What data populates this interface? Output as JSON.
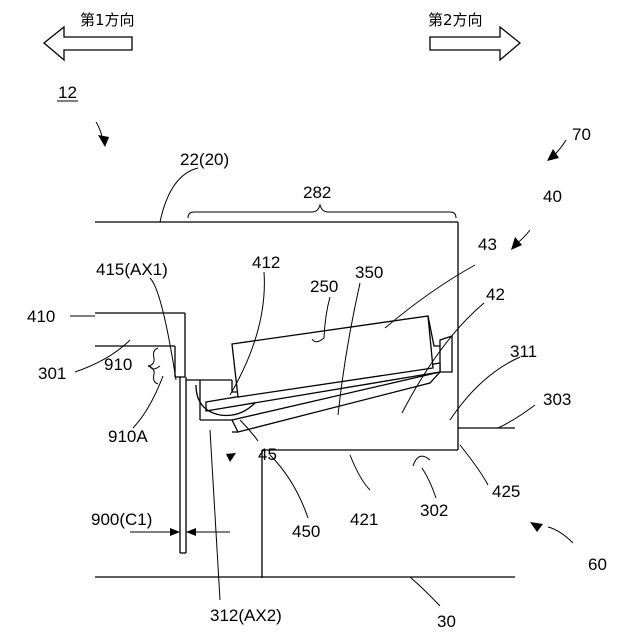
{
  "direction_1": "第1方向",
  "direction_2": "第2方向",
  "labels": {
    "l12": "12",
    "l70": "70",
    "l40": "40",
    "l22": "22(20)",
    "l282": "282",
    "l415": "415(AX1)",
    "l412": "412",
    "l250": "250",
    "l350": "350",
    "l43": "43",
    "l42": "42",
    "l410": "410",
    "l301": "301",
    "l910": "910",
    "l311": "311",
    "l303": "303",
    "l910a": "910A",
    "l45": "45",
    "l425": "425",
    "l302": "302",
    "l421": "421",
    "l450": "450",
    "l900": "900(C1)",
    "l60": "60",
    "l312": "312(AX2)",
    "l30": "30"
  }
}
